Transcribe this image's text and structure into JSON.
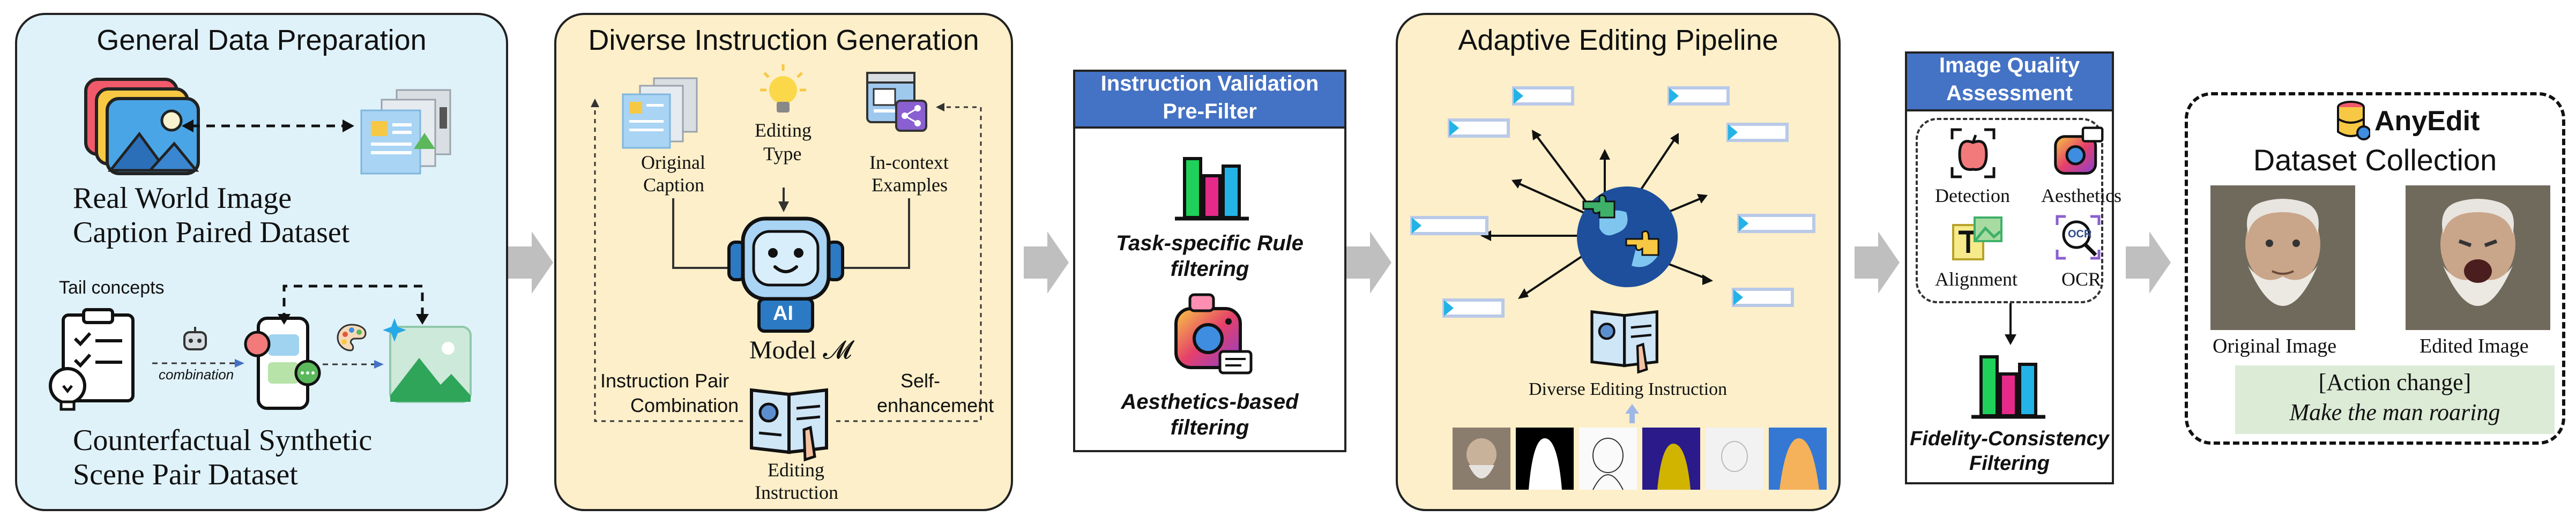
{
  "panel1": {
    "title": "General Data Preparation",
    "real_world_line1": "Real World Image",
    "real_world_line2": "Caption Paired Dataset",
    "tail_concepts": "Tail concepts",
    "combination": "combination",
    "counterfactual_line1": "Counterfactual Synthetic",
    "counterfactual_line2": "Scene Pair Dataset"
  },
  "panel2": {
    "title": "Diverse Instruction Generation",
    "original_caption_line1": "Original",
    "original_caption_line2": "Caption",
    "editing_type_line1": "Editing",
    "editing_type_line2": "Type",
    "incontext_line1": "In-context",
    "incontext_line2": "Examples",
    "model": "Model",
    "model_symbol": "𝓜",
    "robot_badge": "AI",
    "pair_combination_line1": "Instruction Pair",
    "pair_combination_line2": "Combination",
    "self_enhancement_line1": "Self-",
    "self_enhancement_line2": "enhancement",
    "editing_instruction_line1": "Editing",
    "editing_instruction_line2": "Instruction"
  },
  "panel3": {
    "header_line1": "Instruction Validation",
    "header_line2": "Pre-Filter",
    "rule_line1": "Task-specific Rule",
    "rule_line2": "filtering",
    "aesthetics_line1": "Aesthetics-based",
    "aesthetics_line2": "filtering"
  },
  "panel4": {
    "title": "Adaptive Editing Pipeline",
    "diverse_instruction": "Diverse Editing Instruction"
  },
  "panel5": {
    "header_line1": "Image Quality",
    "header_line2": "Assessment",
    "detection": "Detection",
    "aesthetics": "Aesthetics",
    "alignment": "Alignment",
    "ocr": "OCR",
    "ocr_badge": "OCR",
    "fidelity_line1": "Fidelity-Consistency",
    "fidelity_line2": "Filtering"
  },
  "panel6": {
    "brand": "AnyEdit",
    "subtitle": "Dataset Collection",
    "original_image": "Original Image",
    "edited_image": "Edited Image",
    "action": "[Action change]",
    "instruction": "Make the man roaring"
  },
  "colors": {
    "panel1_bg": "#dff2fa",
    "panel2_bg": "#fcefc9",
    "panel4_bg": "#fcefc9",
    "header_blue": "#4472c4",
    "arrow_gray": "#bfbfbf",
    "caption_green": "#dcebd6"
  }
}
